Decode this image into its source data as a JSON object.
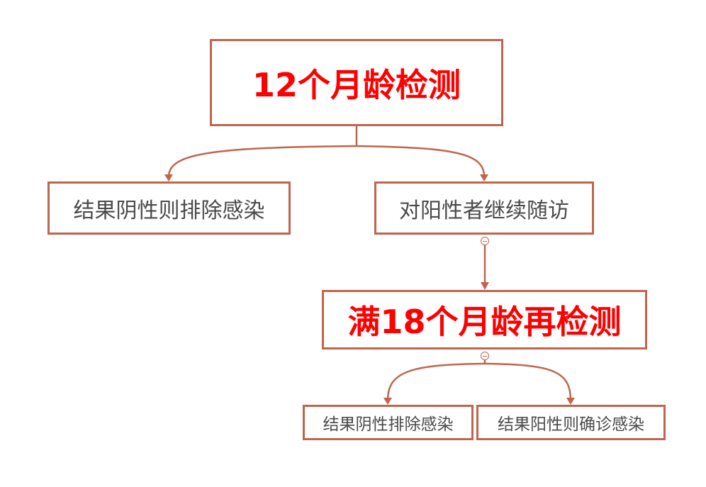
{
  "diagram": {
    "type": "flowchart",
    "colors": {
      "border": "#c0654d",
      "connector": "#c0654d",
      "title_text": "#ff0000",
      "body_text": "#4a4a4a",
      "background": "#ffffff"
    },
    "nodes": {
      "root": {
        "label": "12个月龄检测"
      },
      "negative_12": {
        "label": "结果阴性则排除感染"
      },
      "positive_12": {
        "label": "对阳性者继续随访"
      },
      "retest_18": {
        "label": "满18个月龄再检测"
      },
      "negative_18": {
        "label": "结果阴性排除感染"
      },
      "positive_18": {
        "label": "结果阳性则确诊感染"
      }
    },
    "edges": [
      {
        "from": "root",
        "to": "negative_12"
      },
      {
        "from": "root",
        "to": "positive_12"
      },
      {
        "from": "positive_12",
        "to": "retest_18"
      },
      {
        "from": "retest_18",
        "to": "negative_18"
      },
      {
        "from": "retest_18",
        "to": "positive_18"
      }
    ],
    "collapse_icons": [
      {
        "node": "positive_12",
        "icon": "minus-circle-icon"
      },
      {
        "node": "retest_18",
        "icon": "minus-circle-icon"
      }
    ]
  }
}
